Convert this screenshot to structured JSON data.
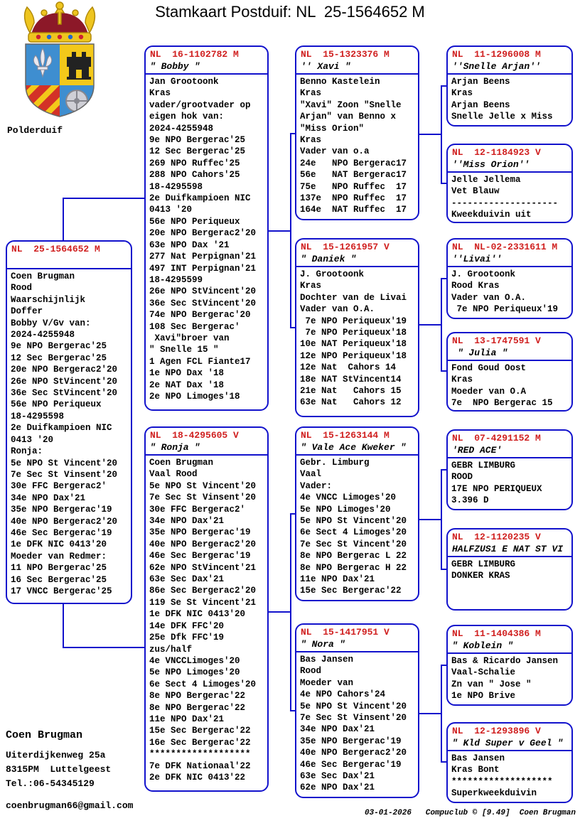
{
  "title": "Stamkaart Postduif: NL  25-1564652 M",
  "logo_caption": "Polderduif",
  "colors": {
    "box_border": "#1212cc",
    "ring_red": "#d02020",
    "text": "#000000"
  },
  "boxes": {
    "main": {
      "ring": "NL  25-1564652 M",
      "name": "",
      "lines": [
        "Coen Brugman",
        "Rood",
        "Waarschijnlijk",
        "Doffer",
        "Bobby V/Gv van:",
        "2024-4255948",
        "9e NPO Bergerac'25",
        "12 Sec Bergerac'25",
        "20e NPO Bergerac2'20",
        "26e NPO StVincent'20",
        "36e Sec StVincent'20",
        "56e NPO Periqueux",
        "18-4295598",
        "2e Duifkampioen NIC",
        "0413 '20",
        "Ronja:",
        "5e NPO St Vincent'20",
        "7e Sec St Vinsent'20",
        "30e FFC Bergerac2'",
        "34e NPO Dax'21",
        "35e NPO Bergerac'19",
        "40e NPO Bergerac2'20",
        "46e Sec Bergerac'19",
        "1e DFK NIC 0413'20",
        "Moeder van Redmer:",
        "11 NPO Bergerac'25",
        "16 Sec Bergerac'25",
        "17 VNCC Bergerac'25"
      ]
    },
    "bobby": {
      "ring": "NL  16-1102782 M",
      "name": "\" Bobby \"",
      "lines": [
        "Jan Grootoonk",
        "Kras",
        "vader/grootvader op",
        "eigen hok van:",
        "2024-4255948",
        "9e NPO Bergerac'25",
        "12 Sec Bergerac'25",
        "269 NPO Ruffec'25",
        "288 NPO Cahors'25",
        "18-4295598",
        "2e Duifkampioen NIC",
        "0413 '20",
        "56e NPO Periqueux",
        "20e NPO Bergerac2'20",
        "63e NPO Dax '21",
        "277 Nat Perpignan'21",
        "497 INT Perpignan'21",
        "18-4295599",
        "26e NPO StVincent'20",
        "36e Sec StVincent'20",
        "74e NPO Bergerac'20",
        "108 Sec Bergerac'",
        " Xavi\"broer van",
        "\" Snelle 15 \"",
        "1 Agen FCL Fiante17",
        "1e NPO Dax '18",
        "2e NAT Dax '18",
        "2e NPO Limoges'18"
      ]
    },
    "ronja": {
      "ring": "NL  18-4295605 V",
      "name": "\" Ronja \"",
      "lines": [
        "Coen Brugman",
        "Vaal Rood",
        "5e NPO St Vincent'20",
        "7e Sec St Vinsent'20",
        "30e FFC Bergerac2'",
        "34e NPO Dax'21",
        "35e NPO Bergerac'19",
        "40e NPO Bergerac2'20",
        "46e Sec Bergerac'19",
        "62e NPO StVincent'21",
        "63e Sec Dax'21",
        "86e Sec Bergerac2'20",
        "119 Se St Vincent'21",
        "1e DFK NIC 0413'20",
        "14e DFK FFC'20",
        "25e Dfk FFC'19",
        "zus/half",
        "4e VNCCLimoges'20",
        "5e NPO Limoges'20",
        "6e Sect 4 Limoges'20",
        "8e NPO Bergerac'22",
        "8e NPO Bergerac'22",
        "11e NPO Dax'21",
        "15e Sec Bergerac'22",
        "16e Sec Bergerac'22",
        "*******************",
        "7e DFK Nationaal'22",
        "2e DFK NIC 0413'22"
      ]
    },
    "xavi": {
      "ring": "NL  15-1323376 M",
      "name": "'' Xavi \"",
      "lines": [
        "Benno Kastelein",
        "Kras",
        "\"Xavi\" Zoon \"Snelle",
        "Arjan\" van Benno x",
        "\"Miss Orion\"",
        "Kras",
        "Vader van o.a",
        "24e   NPO Bergerac17",
        "56e   NAT Bergerac17",
        "75e   NPO Ruffec  17",
        "137e  NPO Ruffec  17",
        "164e  NAT Ruffec  17"
      ]
    },
    "daniek": {
      "ring": "NL  15-1261957 V",
      "name": "\" Daniek \"",
      "lines": [
        "J. Grootoonk",
        "Kras",
        "Dochter van de Livai",
        "Vader van O.A.",
        " 7e NPO Periqueux'19",
        " 7e NPO Periqueux'18",
        "10e NAT Periqueux'18",
        "12e NPO Periqueux'18",
        "12e Nat  Cahors 14",
        "18e NAT StVincent14",
        "21e Nat   Cahors 15",
        "63e Nat   Cahors 12"
      ]
    },
    "vale_ace": {
      "ring": "NL  15-1263144 M",
      "name": "\" Vale Ace Kweker \"",
      "lines": [
        "Gebr. Limburg",
        "Vaal",
        "Vader:",
        "4e VNCC Limoges'20",
        "5e NPO Limoges'20",
        "5e NPO St Vincent'20",
        "6e Sect 4 Limoges'20",
        "7e Sec St Vincent'20",
        "8e NPO Bergerac L 22",
        "8e NPO Bergerac H 22",
        "11e NPO Dax'21",
        "15e Sec Bergerac'22"
      ]
    },
    "nora": {
      "ring": "NL  15-1417951 V",
      "name": "\" Nora \"",
      "lines": [
        "Bas Jansen",
        "Rood",
        "Moeder van",
        "4e NPO Cahors'24",
        "5e NPO St Vincent'20",
        "7e Sec St Vinsent'20",
        "34e NPO Dax'21",
        "35e NPO Bergerac'19",
        "40e NPO Bergerac2'20",
        "46e Sec Bergerac'19",
        "63e Sec Dax'21",
        "62e NPO Dax'21"
      ]
    },
    "snelle_arjan": {
      "ring": "NL  11-1296008 M",
      "name": "''Snelle Arjan''",
      "lines": [
        "Arjan Beens",
        "Kras",
        "Arjan Beens",
        "Snelle Jelle x Miss"
      ]
    },
    "miss_orion": {
      "ring": "NL  12-1184923 V",
      "name": "''Miss Orion''",
      "lines": [
        "Jelle Jellema",
        "Vet Blauw",
        "--------------------",
        "Kweekduivin uit"
      ]
    },
    "livai": {
      "ring": "NL  NL-02-2331611 M",
      "name": "''Livai''",
      "lines": [
        "J. Grootoonk",
        "Rood Kras",
        "Vader van O.A.",
        " 7e NPO Periqueux'19"
      ]
    },
    "julia": {
      "ring": "NL  13-1747591 V",
      "name": " \" Julia \"",
      "lines": [
        "Fond Goud Oost",
        "Kras",
        "Moeder van O.A",
        "7e  NPO Bergerac 15"
      ]
    },
    "red_ace": {
      "ring": "NL  07-4291152 M",
      "name": "'RED ACE'",
      "lines": [
        "GEBR LIMBURG",
        "ROOD",
        "17E NPO PERIQUEUX",
        "3.396 D"
      ]
    },
    "halfzus": {
      "ring": "NL  12-1120235 V",
      "name": "HALFZUS1 E NAT ST VI",
      "lines": [
        "GEBR LIMBURG",
        "DONKER KRAS"
      ]
    },
    "koblein": {
      "ring": "NL  11-1404386 M",
      "name": "\" Koblein \"",
      "lines": [
        "Bas & Ricardo Jansen",
        "Vaal-Schalie",
        "Zn van \" Jose \"",
        "1e NPO Brive"
      ]
    },
    "kld_super": {
      "ring": "NL  12-1293896 V",
      "name": "\" Kld Super v Geel \"",
      "lines": [
        "Bas Jansen",
        "Kras Bont",
        "*******************",
        "Superkweekduivin"
      ]
    }
  },
  "contact": {
    "name": "Coen Brugman",
    "address1": "Uiterdijkenweg 25a",
    "address2": "8315PM  Luttelgeest",
    "phone": "Tel.:06-54345129",
    "email": "coenbrugman66@gmail.com"
  },
  "footer": "03-01-2026   Compuclub © [9.49]  Coen Brugman"
}
